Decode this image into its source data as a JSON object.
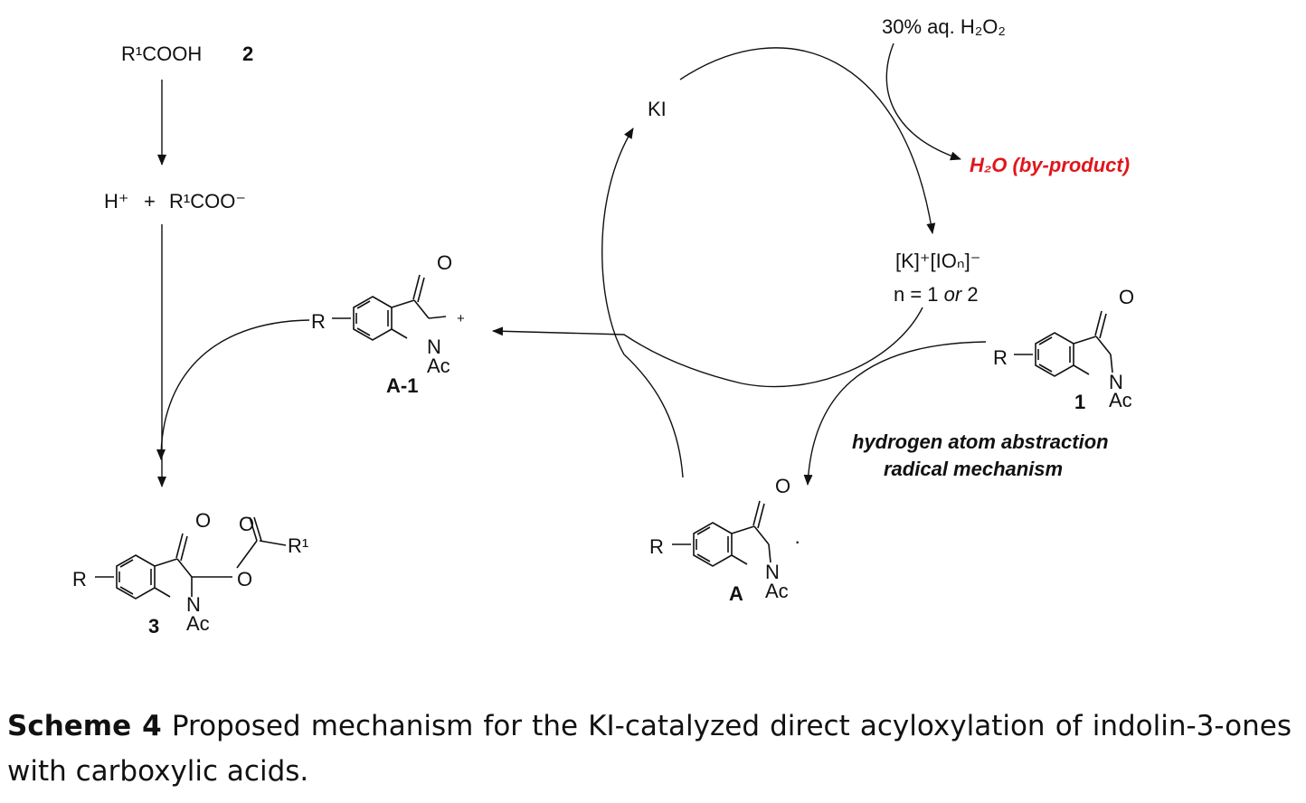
{
  "left": {
    "acid": "R¹COOH",
    "acid_num": "2",
    "proton": "H⁺",
    "plus": "+",
    "carboxylate": "R¹COO⁻"
  },
  "cycle": {
    "catalyst": "KI",
    "oxidant": "30% aq. H₂O₂",
    "byproduct": "H₂O (by-product)",
    "active_species": "[K]⁺[IOₙ]⁻",
    "n_prefix": "n = 1 ",
    "n_or": "or",
    "n_suffix": " 2",
    "step": [
      "hydrogen atom abstraction",
      "radical mechanism"
    ]
  },
  "structures": {
    "r": "R",
    "o": "O",
    "n": "N",
    "ac": "Ac",
    "r1": "R¹",
    "cation": "+",
    "radical": "·",
    "cmpd1": "1",
    "a": "A",
    "a1": "A-1",
    "cmpd3": "3"
  },
  "caption": {
    "label": "Scheme 4",
    "text": " Proposed mechanism for the KI-catalyzed direct acyloxylation of indolin-3-ones with carboxylic acids."
  },
  "colors": {
    "byproduct": "#e0161b",
    "ink": "#111111"
  }
}
